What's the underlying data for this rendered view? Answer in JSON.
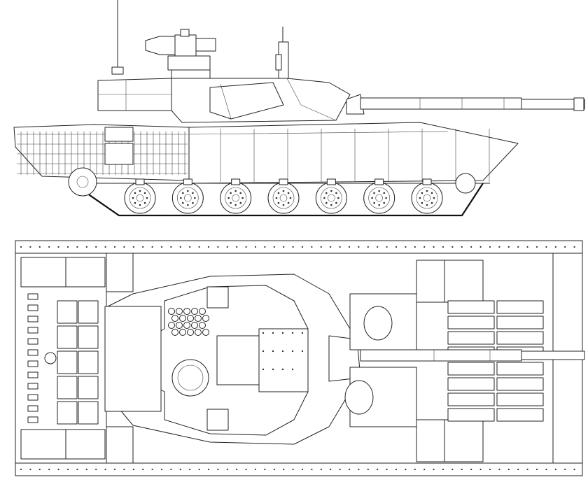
{
  "drawing": {
    "subject": "",
    "views": [
      {
        "id": "side",
        "label": ""
      },
      {
        "id": "top",
        "label": ""
      }
    ],
    "road_wheels_per_side": 7,
    "line_color": "#222222",
    "background_color": "#ffffff"
  }
}
